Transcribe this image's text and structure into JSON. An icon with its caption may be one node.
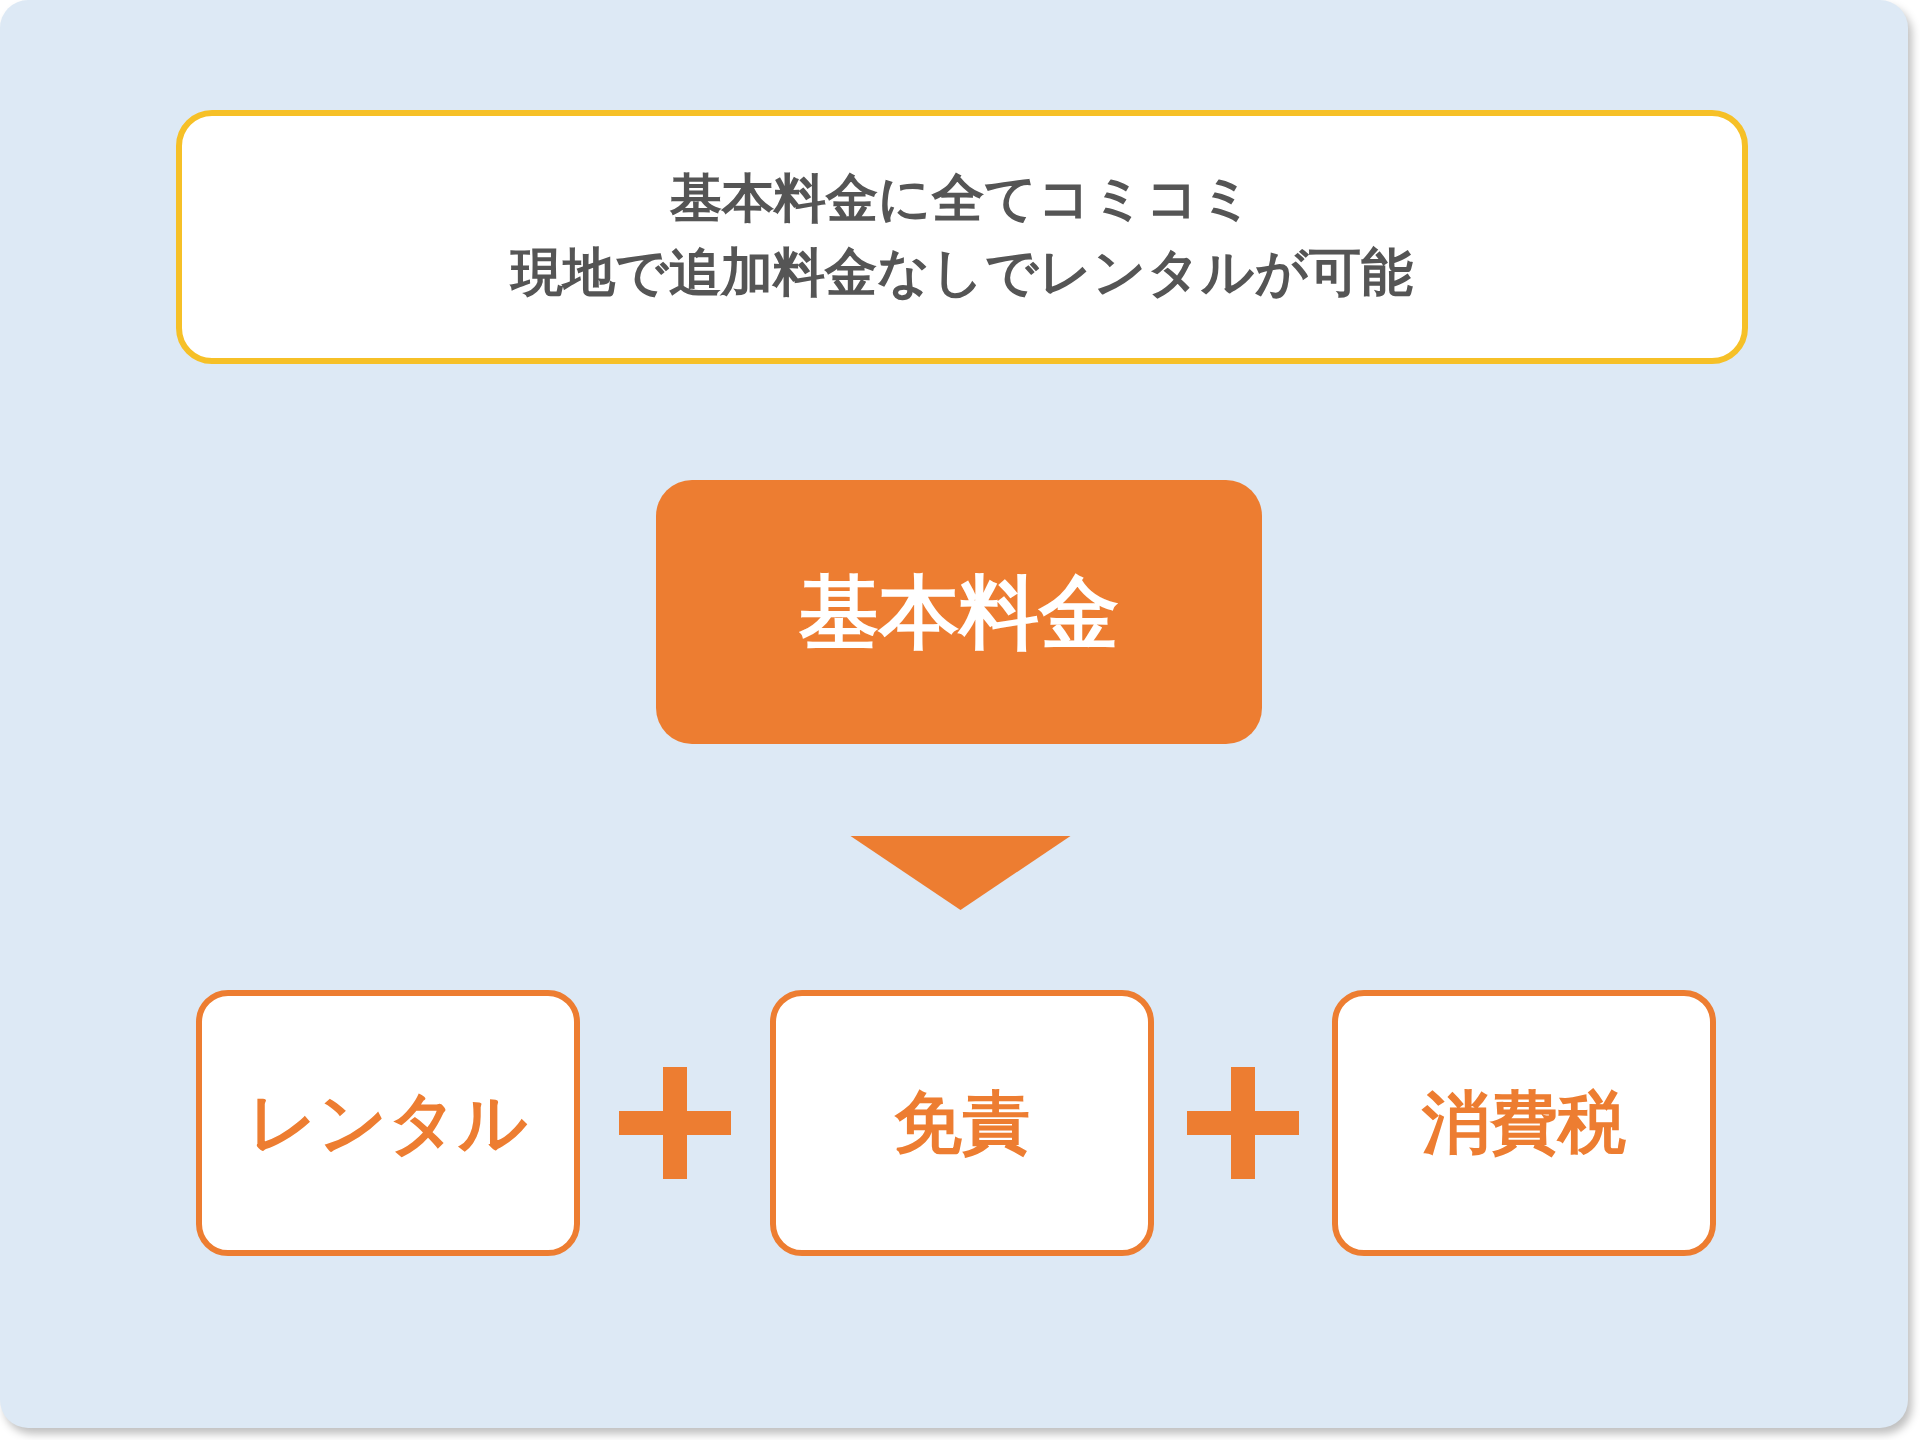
{
  "diagram": {
    "nodes": [
      {
        "text": [
          "基本料金に全てコミコミ現地で追加料金なしでレンタルが可能"
        ]
      },
      {
        "text": [
          "基本料金"
        ]
      },
      {
        "text": [
          "レンタル"
        ]
      },
      {
        "text": [
          "免責"
        ]
      },
      {
        "text": [
          "消費税"
        ]
      }
    ],
    "edges": [
      {
        "from": 1,
        "to": 3,
        "arrow": "to"
      },
      {
        "from": 2,
        "to": 3,
        "arrow": "none"
      },
      {
        "from": 3,
        "to": 4,
        "arrow": "none"
      }
    ]
  }
}
